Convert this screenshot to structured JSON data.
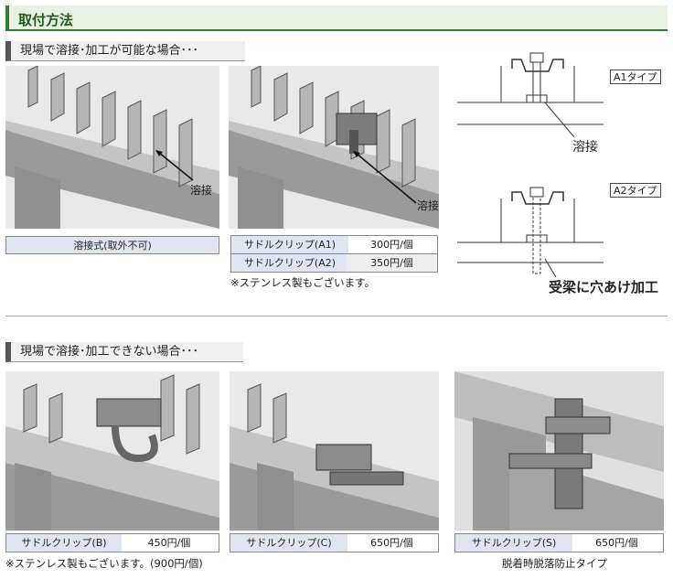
{
  "header": {
    "title": "取付方法"
  },
  "section1": {
    "heading": "現場で溶接･加工が可能な場合･･･"
  },
  "section2": {
    "heading": "現場で溶接･加工できない場合･･･"
  },
  "weld_labels": {
    "left": "溶接",
    "mid": "溶接",
    "a1": "溶接"
  },
  "weld_box": {
    "label": "溶接式(取外不可)"
  },
  "price_table1": [
    {
      "label": "サドルクリップ(A1)",
      "price": "300円/個"
    },
    {
      "label": "サドルクリップ(A2)",
      "price": "350円/個"
    }
  ],
  "note1": "※ステンレス製もございます。",
  "types": {
    "a1": "A1タイプ",
    "a2": "A2タイプ"
  },
  "a2_caption": "受梁に穴あけ加工",
  "clips": [
    {
      "label": "サドルクリップ(B)",
      "price": "450円/個",
      "note": "※ステンレス製もございます。(900円/個)"
    },
    {
      "label": "サドルクリップ(C)",
      "price": "650円/個",
      "note": ""
    },
    {
      "label": "サドルクリップ(S)",
      "price": "650円/個",
      "note": "脱着時脱落防止タイプ"
    }
  ],
  "colors": {
    "accent": "#2e7d32",
    "label_bg": "#dfe6f2",
    "steel": "#a9a9a9"
  }
}
